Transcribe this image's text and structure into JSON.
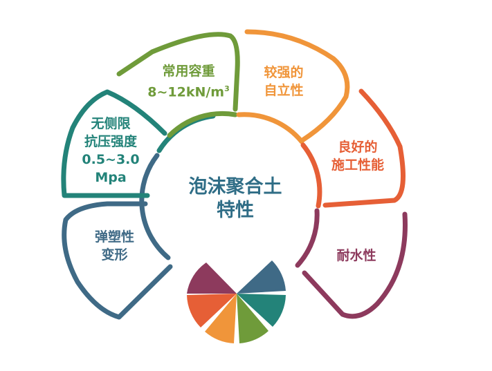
{
  "center": {
    "line1": "泡沫聚合土",
    "line2": "特性"
  },
  "petals": [
    {
      "id": "weight",
      "lines": [
        "常用容重",
        "8~12kN/m"
      ],
      "sup": "3",
      "color": "#6f9b3a"
    },
    {
      "id": "self-standing",
      "lines": [
        "较强的",
        "自立性"
      ],
      "color": "#f0953a"
    },
    {
      "id": "workability",
      "lines": [
        "良好的",
        "施工性能"
      ],
      "color": "#e65f36"
    },
    {
      "id": "water-resistance",
      "lines": [
        "耐水性"
      ],
      "color": "#8d3a5d"
    },
    {
      "id": "elastic-plastic",
      "lines": [
        "弹塑性",
        "变形"
      ],
      "color": "#3f6a86"
    },
    {
      "id": "compressive-strength",
      "lines": [
        "无侧限",
        "抗压强度",
        "0.5~3.0",
        "Mpa"
      ],
      "color": "#238379"
    }
  ],
  "colors": {
    "center_text": "#2f6d86",
    "inner_ring": "#2f6d86"
  }
}
